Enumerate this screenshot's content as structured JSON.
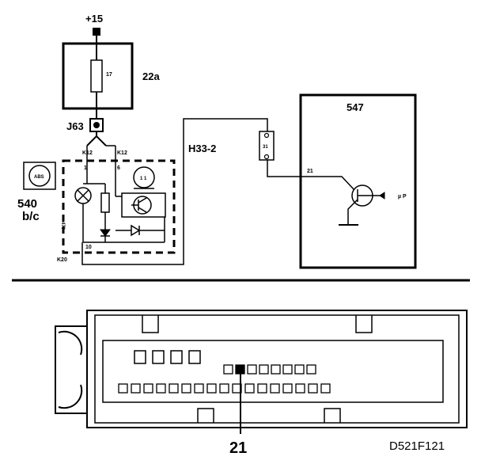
{
  "diagram": {
    "supply_label": "+15",
    "fuse_box_label": "22a",
    "fuse_number": "17",
    "connector_j63": "J63",
    "pin_k12_left": "K12",
    "pin_k12_right": "K12",
    "pin_1": "1",
    "pin_6": "6",
    "pin_10": "10",
    "pin_470": "470",
    "gauge_text": "1 1",
    "dial_text": "ABS",
    "unit_540_line1": "540",
    "unit_540_line2": "b/c",
    "unit_k20": "K20",
    "connector_h33": "H33-2",
    "connector_31": "31",
    "unit_547": "547",
    "pin_21": "21",
    "mu_p_label": "µ P",
    "connector_pin_callout": "21",
    "figure_id": "D521F121"
  },
  "colors": {
    "ink": "#000000",
    "paper": "#ffffff"
  }
}
